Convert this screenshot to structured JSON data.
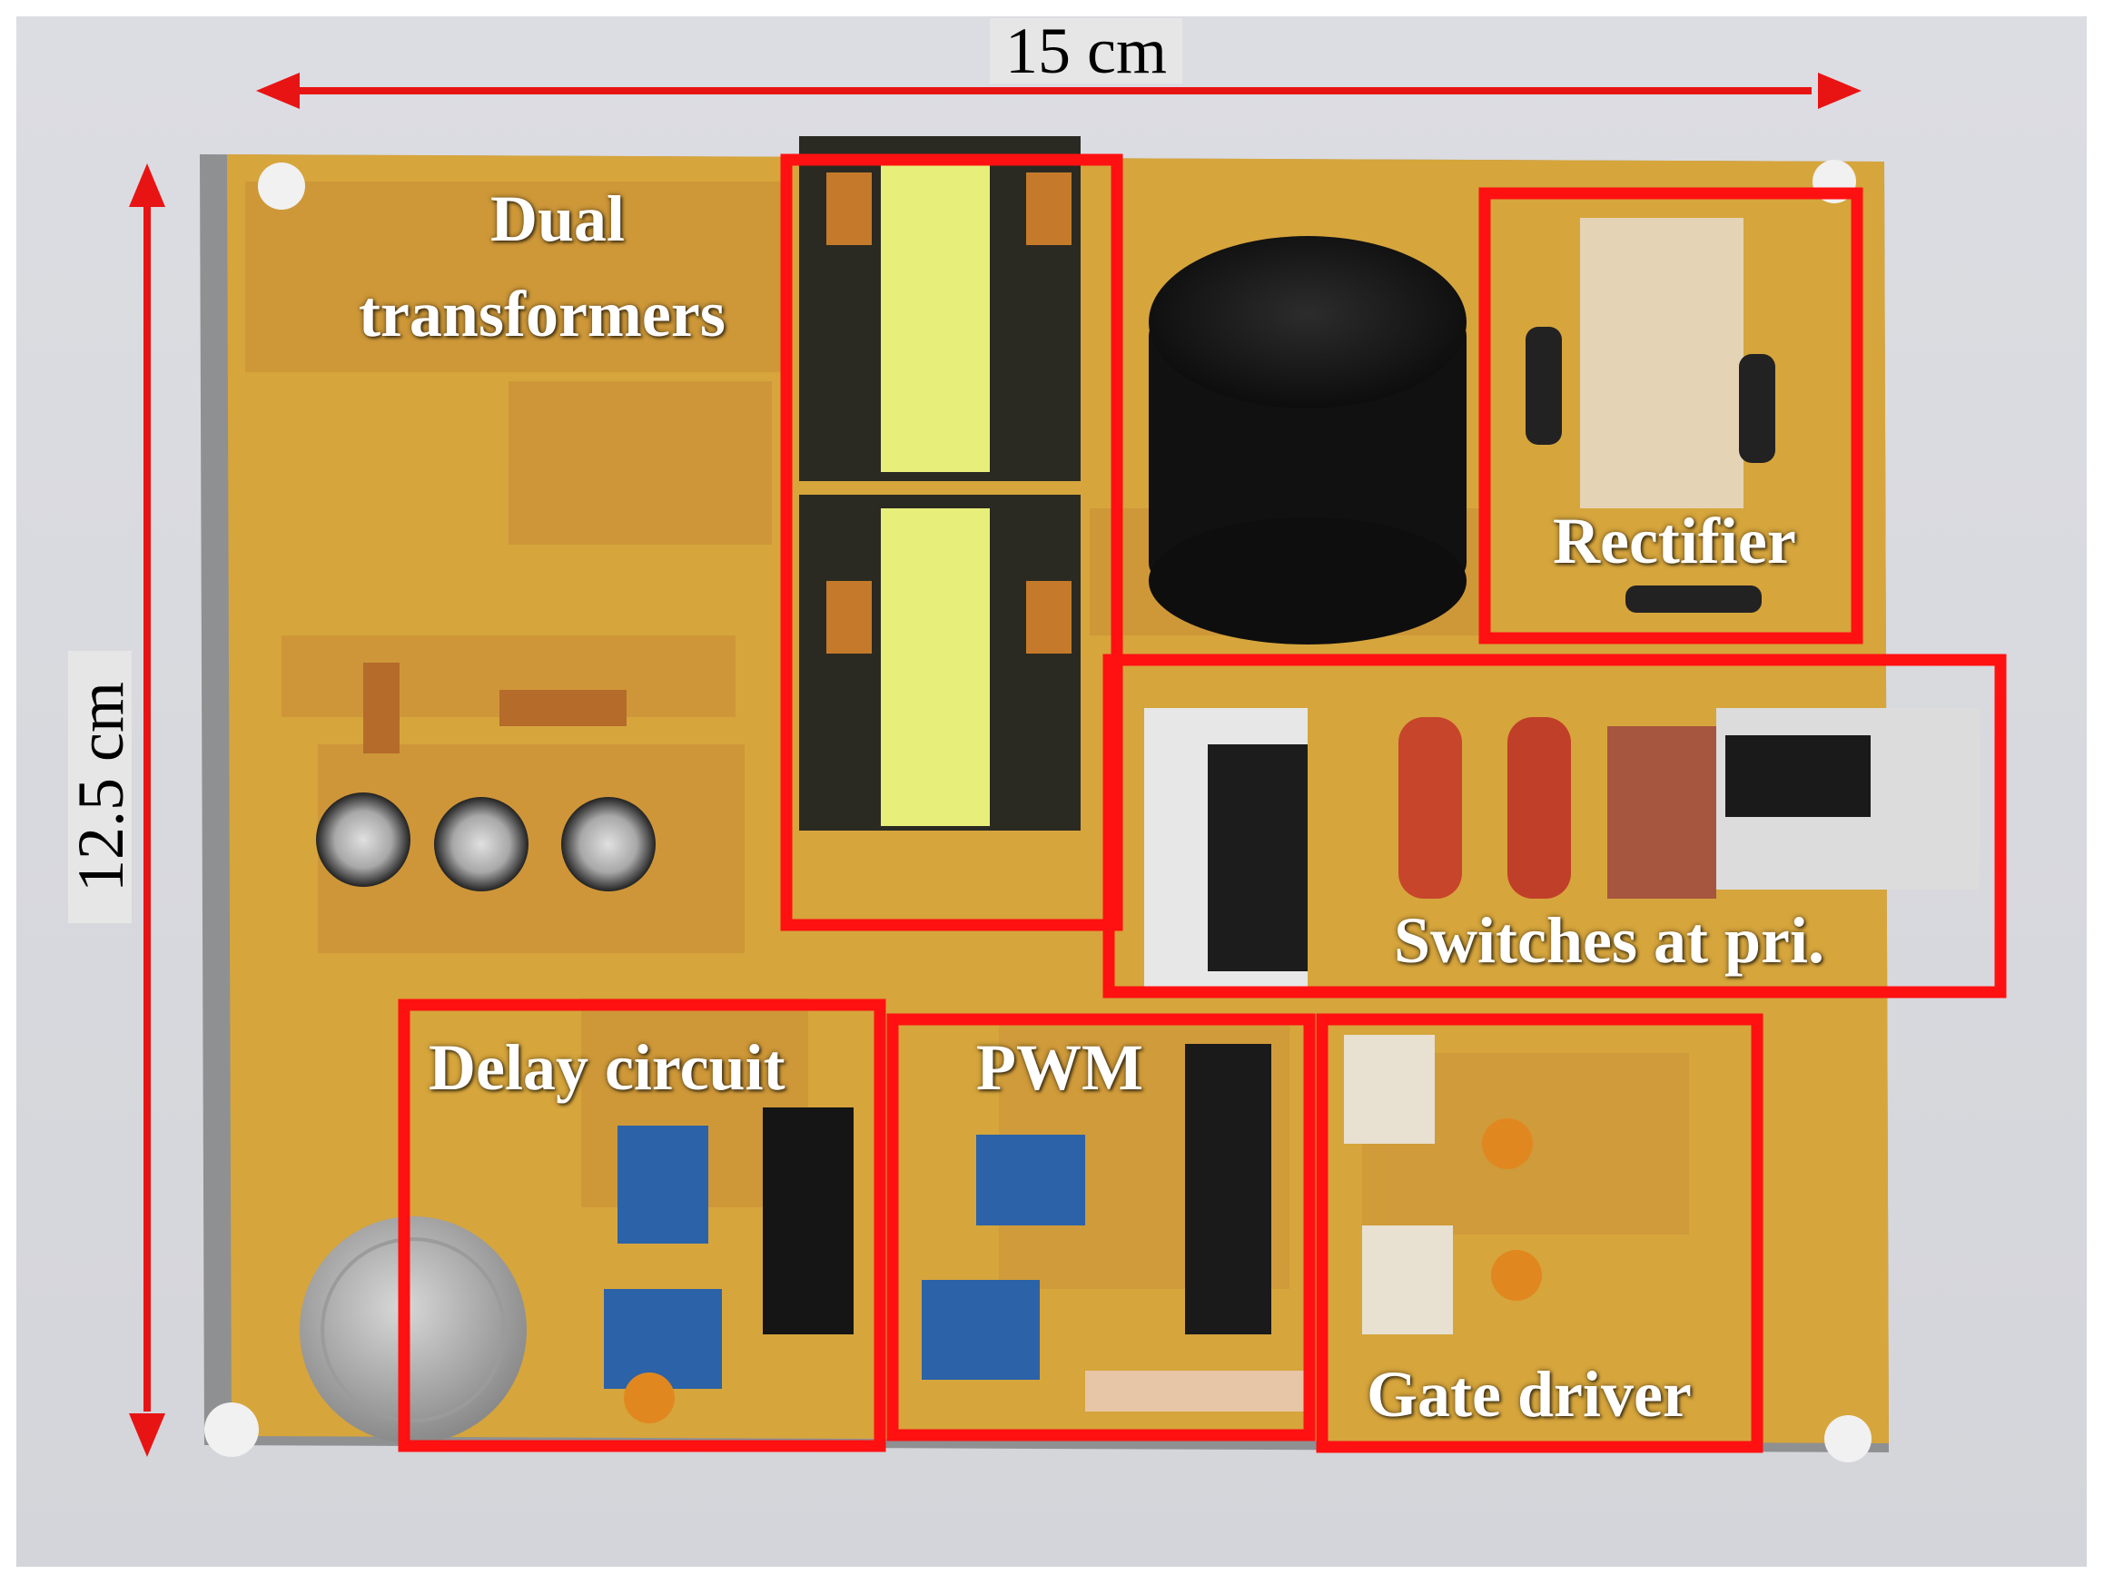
{
  "dimensions": {
    "width_label": "15 cm",
    "height_label": "12.5 cm"
  },
  "labels": {
    "dual_transformers_line1": "Dual",
    "dual_transformers_line2": "transformers",
    "rectifier": "Rectifier",
    "switches": "Switches at pri.",
    "delay_circuit": "Delay circuit",
    "pwm": "PWM",
    "gate_driver": "Gate driver"
  },
  "colors": {
    "box": "#ff1111",
    "arrow": "#e81414",
    "pcb": "#d6a53c"
  }
}
